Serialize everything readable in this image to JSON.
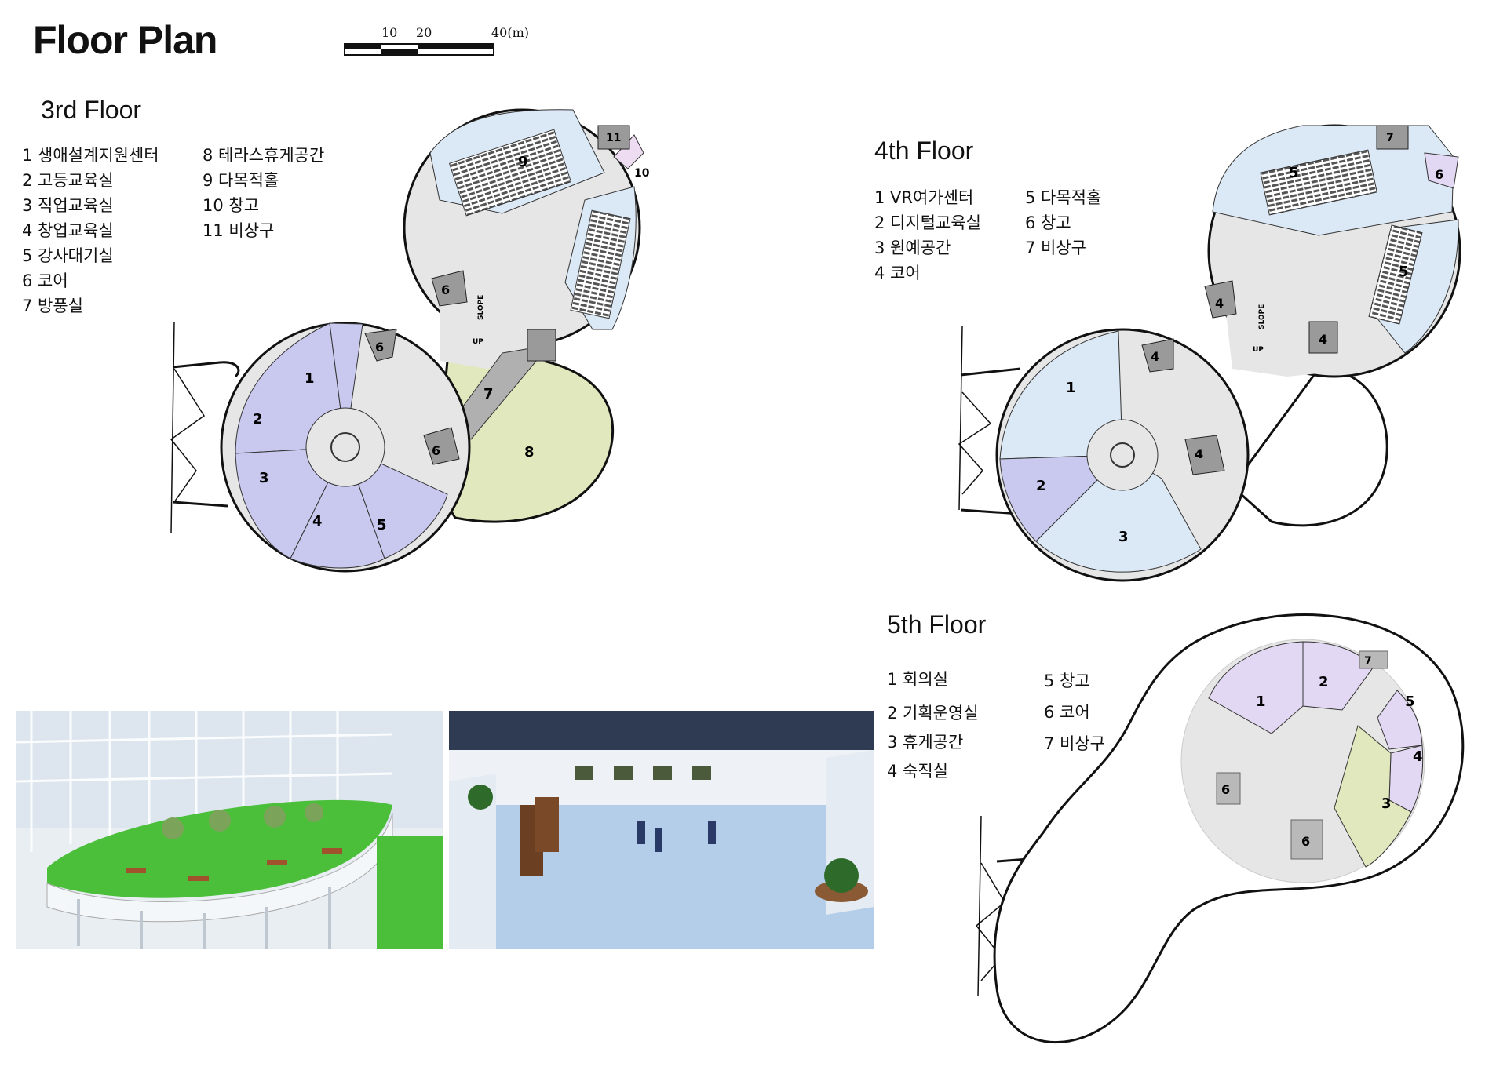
{
  "title": "Floor Plan",
  "scale": {
    "ticks": [
      "10",
      "20",
      "40(m)"
    ]
  },
  "floor3": {
    "heading": "3rd Floor",
    "legend_col1": [
      "1 생애설계지원센터",
      "2 고등교육실",
      "3 직업교육실",
      "4 창업교육실",
      "5 강사대기실",
      "6 코어",
      "7 방풍실"
    ],
    "legend_col2": [
      "8 테라스휴게공간",
      "9 다목적홀",
      "10 창고",
      "11 비상구"
    ],
    "plan_labels": [
      "1",
      "2",
      "3",
      "4",
      "5",
      "6",
      "6",
      "6",
      "7",
      "8",
      "9",
      "10",
      "11"
    ],
    "slope": "SLOPE",
    "up": "UP"
  },
  "floor4": {
    "heading": "4th Floor",
    "legend_col1": [
      "1 VR여가센터",
      "2 디지털교육실",
      "3 원예공간",
      "4 코어"
    ],
    "legend_col2": [
      "5 다목적홀",
      "6 창고",
      "7 비상구"
    ],
    "plan_labels": [
      "1",
      "2",
      "3",
      "4",
      "4",
      "4",
      "4",
      "5",
      "5",
      "6",
      "7"
    ],
    "slope": "SLOPE",
    "up": "UP"
  },
  "floor5": {
    "heading": "5th Floor",
    "legend_col1": [
      "1 회의실",
      "2 기획운영실",
      "3 휴게공간",
      "4 숙직실"
    ],
    "legend_col2": [
      "5 창고",
      "6 코어",
      "7 비상구"
    ],
    "plan_labels": [
      "1",
      "2",
      "3",
      "4",
      "5",
      "6",
      "6",
      "7"
    ]
  },
  "colors": {
    "lavender": "#c9c9ef",
    "light_blue": "#dbe8f6",
    "light_gray": "#e6e6e6",
    "olive_green": "#e2e8bd",
    "pink": "#eedcf2",
    "lilac": "#e3d8f3",
    "outline": "#111111"
  },
  "renders": {
    "left": "terrace-rendering",
    "right": "interior-hall-rendering"
  }
}
